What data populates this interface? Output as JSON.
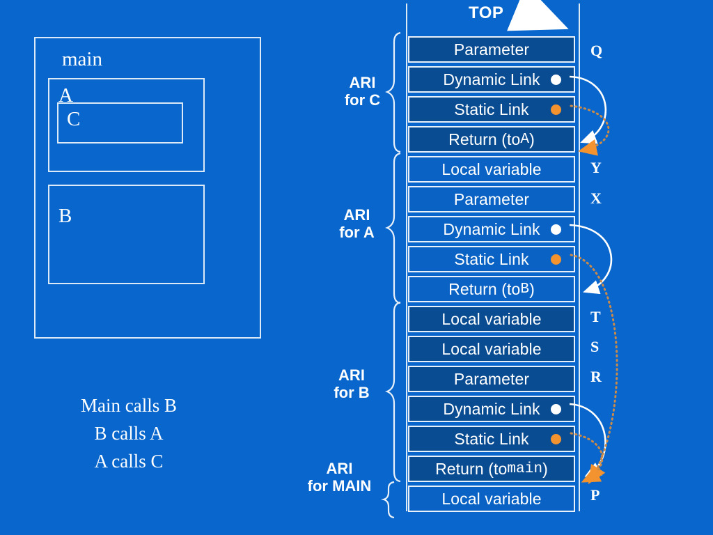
{
  "background_color": "#0866cc",
  "accent_colors": {
    "cell_dark": "#0a4c92",
    "cell_light": "#0a63c4",
    "border": "#e8f1fa",
    "dynamic_link_dot": "#ffffff",
    "static_link_dot": "#f3932f",
    "text": "#ffffff"
  },
  "scope_diagram": {
    "main_label": "main",
    "box_a_label": "A",
    "box_c_label": "C",
    "box_b_label": "B"
  },
  "call_sequence": {
    "line1": "Main calls B",
    "line2": "B calls A",
    "line3": "A calls C"
  },
  "stack": {
    "top_label": "TOP",
    "cells": [
      {
        "text": "Parameter",
        "shade": "dark",
        "dot": "none"
      },
      {
        "text": "Dynamic Link",
        "shade": "dark",
        "dot": "white"
      },
      {
        "text": "Static Link",
        "shade": "dark",
        "dot": "orange"
      },
      {
        "text": "Return (to ",
        "mono": "A",
        "suffix": ")",
        "shade": "dark",
        "dot": "none"
      },
      {
        "text": "Local variable",
        "shade": "light",
        "dot": "none"
      },
      {
        "text": "Parameter",
        "shade": "light",
        "dot": "none"
      },
      {
        "text": "Dynamic Link",
        "shade": "light",
        "dot": "white"
      },
      {
        "text": "Static Link",
        "shade": "light",
        "dot": "orange"
      },
      {
        "text": "Return (to ",
        "mono": "B",
        "suffix": ")",
        "shade": "light",
        "dot": "none"
      },
      {
        "text": "Local variable",
        "shade": "dark",
        "dot": "none"
      },
      {
        "text": "Local variable",
        "shade": "dark",
        "dot": "none"
      },
      {
        "text": "Parameter",
        "shade": "dark",
        "dot": "none"
      },
      {
        "text": "Dynamic Link",
        "shade": "dark",
        "dot": "white"
      },
      {
        "text": "Static Link",
        "shade": "dark",
        "dot": "orange"
      },
      {
        "text": "Return (to ",
        "mono": "main",
        "suffix": ")",
        "shade": "dark",
        "dot": "none"
      },
      {
        "text": "Local variable",
        "shade": "light",
        "dot": "none"
      }
    ]
  },
  "ari_labels": {
    "c_line1": "ARI",
    "c_line2": "for C",
    "a_line1": "ARI",
    "a_line2": "for A",
    "b_line1": "ARI",
    "b_line2": "for B",
    "main_line1": "ARI",
    "main_line2": "for MAIN"
  },
  "variable_tags": [
    {
      "name": "Q"
    },
    {
      "name": "Y"
    },
    {
      "name": "X"
    },
    {
      "name": "T"
    },
    {
      "name": "S"
    },
    {
      "name": "R"
    },
    {
      "name": "P"
    }
  ]
}
